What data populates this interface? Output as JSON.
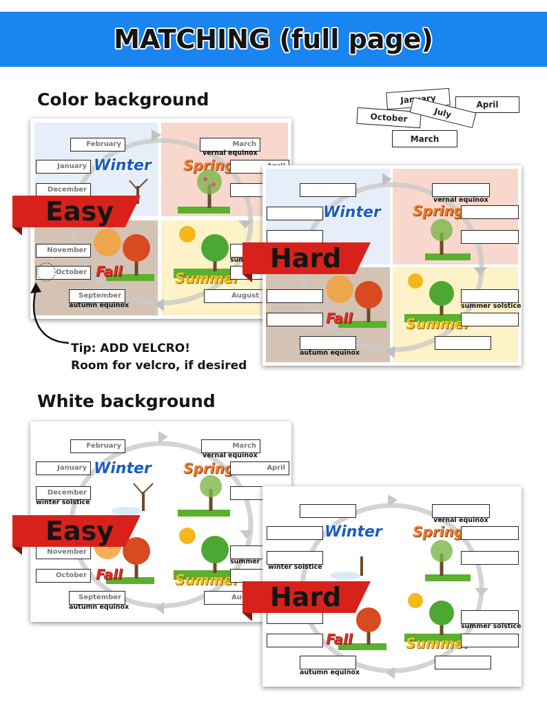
{
  "title": "MATCHING (full page)",
  "sections": {
    "color": "Color background",
    "white": "White background"
  },
  "ribbons": {
    "easy": "Easy",
    "hard": "Hard"
  },
  "tags": [
    "January",
    "April",
    "July",
    "October",
    "March"
  ],
  "tip": {
    "line1": "Tip: ADD VELCRO!",
    "line2": "Room for velcro, if desired"
  },
  "seasons": {
    "winter": "Winter",
    "spring": "Spring",
    "summer": "Summer",
    "fall": "Fall"
  },
  "months": {
    "january": "January",
    "february": "February",
    "march": "March",
    "april": "April",
    "august": "August",
    "september": "September",
    "october": "October",
    "november": "November",
    "december": "December"
  },
  "labels": {
    "vernal": "vernal equinox",
    "autumn": "autumn equinox",
    "summer_solstice": "summer solstice",
    "summer_solstice_cut": "summer so",
    "summer_cut": "summer",
    "winter_solstice": "winter solstice"
  },
  "colors": {
    "banner": "#1a84f0",
    "winter": "#e6eefa",
    "spring": "#f8d8cc",
    "summer": "#fdf2c8",
    "fall": "#d4c3b4",
    "ribbon": "#d9211c"
  }
}
